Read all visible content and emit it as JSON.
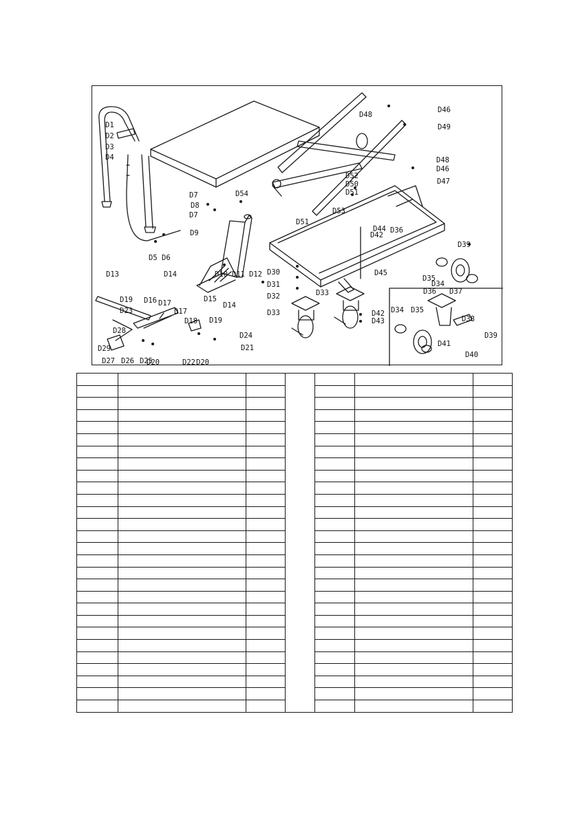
{
  "diagram": {
    "labels": [
      {
        "id": "D1"
      },
      {
        "id": "D2"
      },
      {
        "id": "D3"
      },
      {
        "id": "D4"
      },
      {
        "id": "D5"
      },
      {
        "id": "D6"
      },
      {
        "id": "D7"
      },
      {
        "id": "D8"
      },
      {
        "id": "D7"
      },
      {
        "id": "D9"
      },
      {
        "id": "D10"
      },
      {
        "id": "D11"
      },
      {
        "id": "D12"
      },
      {
        "id": "D13"
      },
      {
        "id": "D14"
      },
      {
        "id": "D14"
      },
      {
        "id": "D15"
      },
      {
        "id": "D16"
      },
      {
        "id": "D17"
      },
      {
        "id": "D17"
      },
      {
        "id": "D18"
      },
      {
        "id": "D19"
      },
      {
        "id": "D19"
      },
      {
        "id": "D20"
      },
      {
        "id": "D20"
      },
      {
        "id": "D21"
      },
      {
        "id": "D22"
      },
      {
        "id": "D23"
      },
      {
        "id": "D24"
      },
      {
        "id": "D25"
      },
      {
        "id": "D26"
      },
      {
        "id": "D27"
      },
      {
        "id": "D28"
      },
      {
        "id": "D29"
      },
      {
        "id": "D30"
      },
      {
        "id": "D31"
      },
      {
        "id": "D32"
      },
      {
        "id": "D33"
      },
      {
        "id": "D33"
      },
      {
        "id": "D34"
      },
      {
        "id": "D34"
      },
      {
        "id": "D35"
      },
      {
        "id": "D35"
      },
      {
        "id": "D36"
      },
      {
        "id": "D36"
      },
      {
        "id": "D37"
      },
      {
        "id": "D38"
      },
      {
        "id": "D39"
      },
      {
        "id": "D39"
      },
      {
        "id": "D40"
      },
      {
        "id": "D41"
      },
      {
        "id": "D42"
      },
      {
        "id": "D42"
      },
      {
        "id": "D43"
      },
      {
        "id": "D44"
      },
      {
        "id": "D45"
      },
      {
        "id": "D46"
      },
      {
        "id": "D46"
      },
      {
        "id": "D47"
      },
      {
        "id": "D48"
      },
      {
        "id": "D48"
      },
      {
        "id": "D49"
      },
      {
        "id": "D50"
      },
      {
        "id": "D51"
      },
      {
        "id": "D51"
      },
      {
        "id": "D52"
      },
      {
        "id": "D53"
      },
      {
        "id": "D54"
      }
    ]
  },
  "parts_table": {
    "rows": 28,
    "left_block": {
      "cols": 3
    },
    "right_block": {
      "cols": 3
    },
    "cells": []
  },
  "colors": {
    "ink": "#1a1a1a",
    "paper": "#ffffff"
  }
}
